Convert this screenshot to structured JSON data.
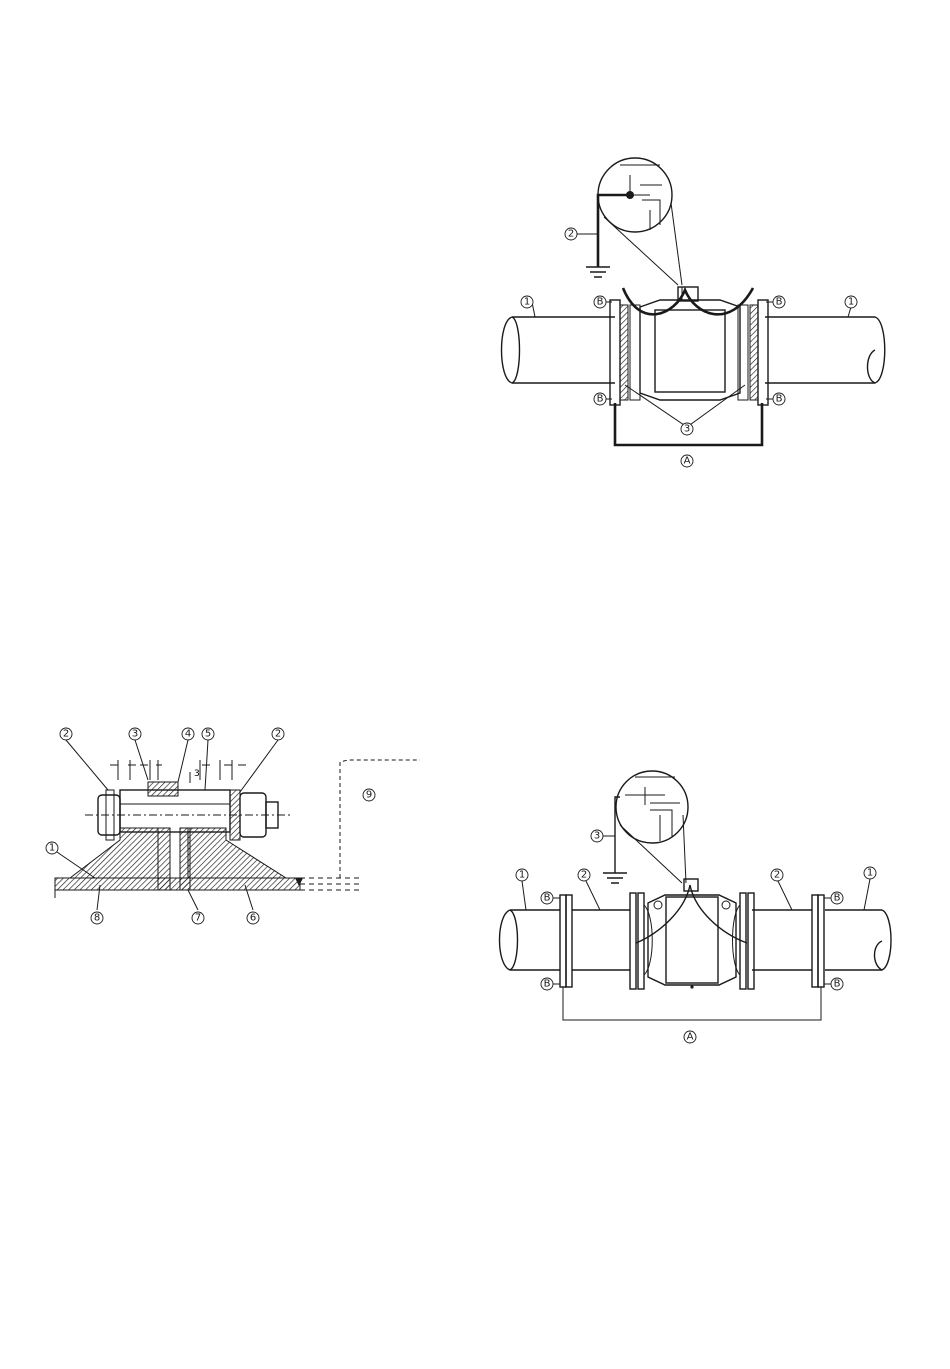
{
  "figure_top": {
    "callouts": {
      "pipe_left": "1",
      "pipe_right": "1",
      "ground_wire": "2",
      "gasket": "3",
      "flange_tl": "B",
      "flange_tr": "B",
      "flange_bl": "B",
      "flange_br": "B",
      "bridge": "A"
    }
  },
  "figure_section": {
    "callouts": {
      "c2_left": "2",
      "c3": "3",
      "c4": "4",
      "c5": "5",
      "c2_right": "2",
      "c1": "1",
      "c8": "8",
      "c7": "7",
      "c6": "6",
      "c9": "9"
    },
    "dim_label": "3"
  },
  "figure_bottom": {
    "callouts": {
      "pipe_left": "1",
      "pipe_right": "1",
      "adapter_left": "2",
      "adapter_right": "2",
      "ground_wire": "3",
      "flange_tl": "B",
      "flange_tr": "B",
      "flange_bl": "B",
      "flange_br": "B",
      "bridge": "A"
    }
  }
}
